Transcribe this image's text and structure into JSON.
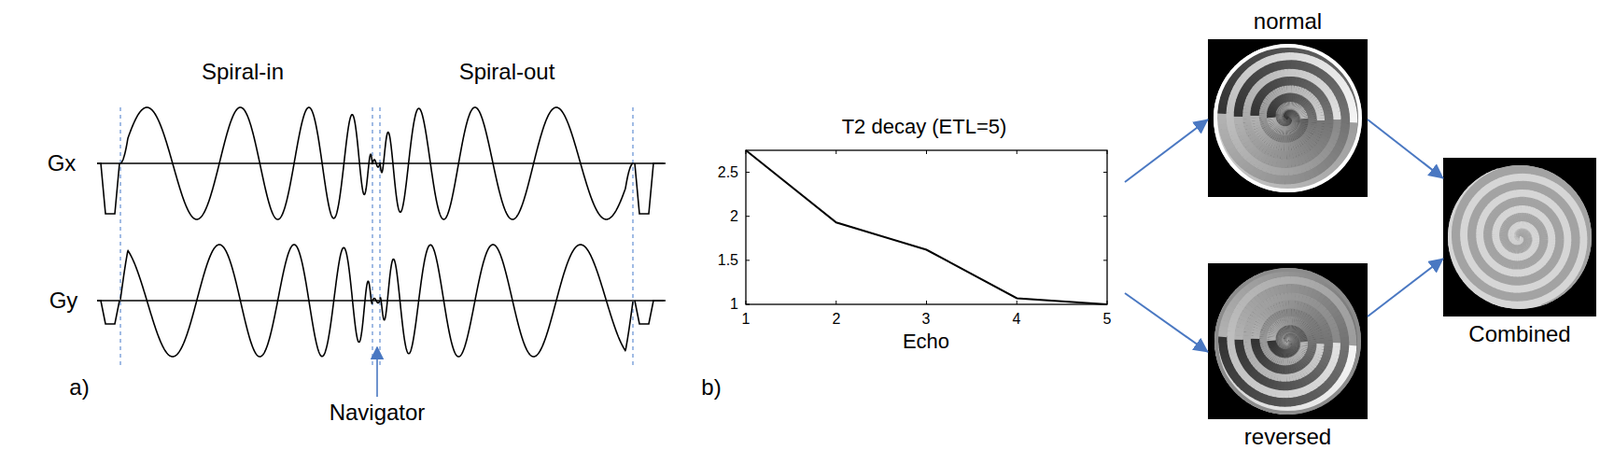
{
  "diagram": {
    "nodes": [
      {
        "text": [
          "T2 decay (ETL=5)"
        ]
      },
      {
        "text": [
          "normal"
        ]
      },
      {
        "text": [
          "reversed"
        ]
      },
      {
        "text": [
          "Combined"
        ]
      }
    ],
    "edges": [
      {
        "from": 0,
        "to": 1,
        "arrow": "to"
      },
      {
        "from": 0,
        "to": 2,
        "arrow": "to"
      },
      {
        "from": 1,
        "to": 3,
        "arrow": "to"
      },
      {
        "from": 2,
        "to": 3,
        "arrow": "to"
      }
    ],
    "labels": [
      "Spiral-in",
      "Spiral-out",
      "Gx",
      "Gy",
      "a)",
      "Navigator",
      "b)",
      "Echo",
      "1",
      "2",
      "3",
      "4",
      "5",
      "1",
      "1.5",
      "2",
      "2.5"
    ]
  }
}
